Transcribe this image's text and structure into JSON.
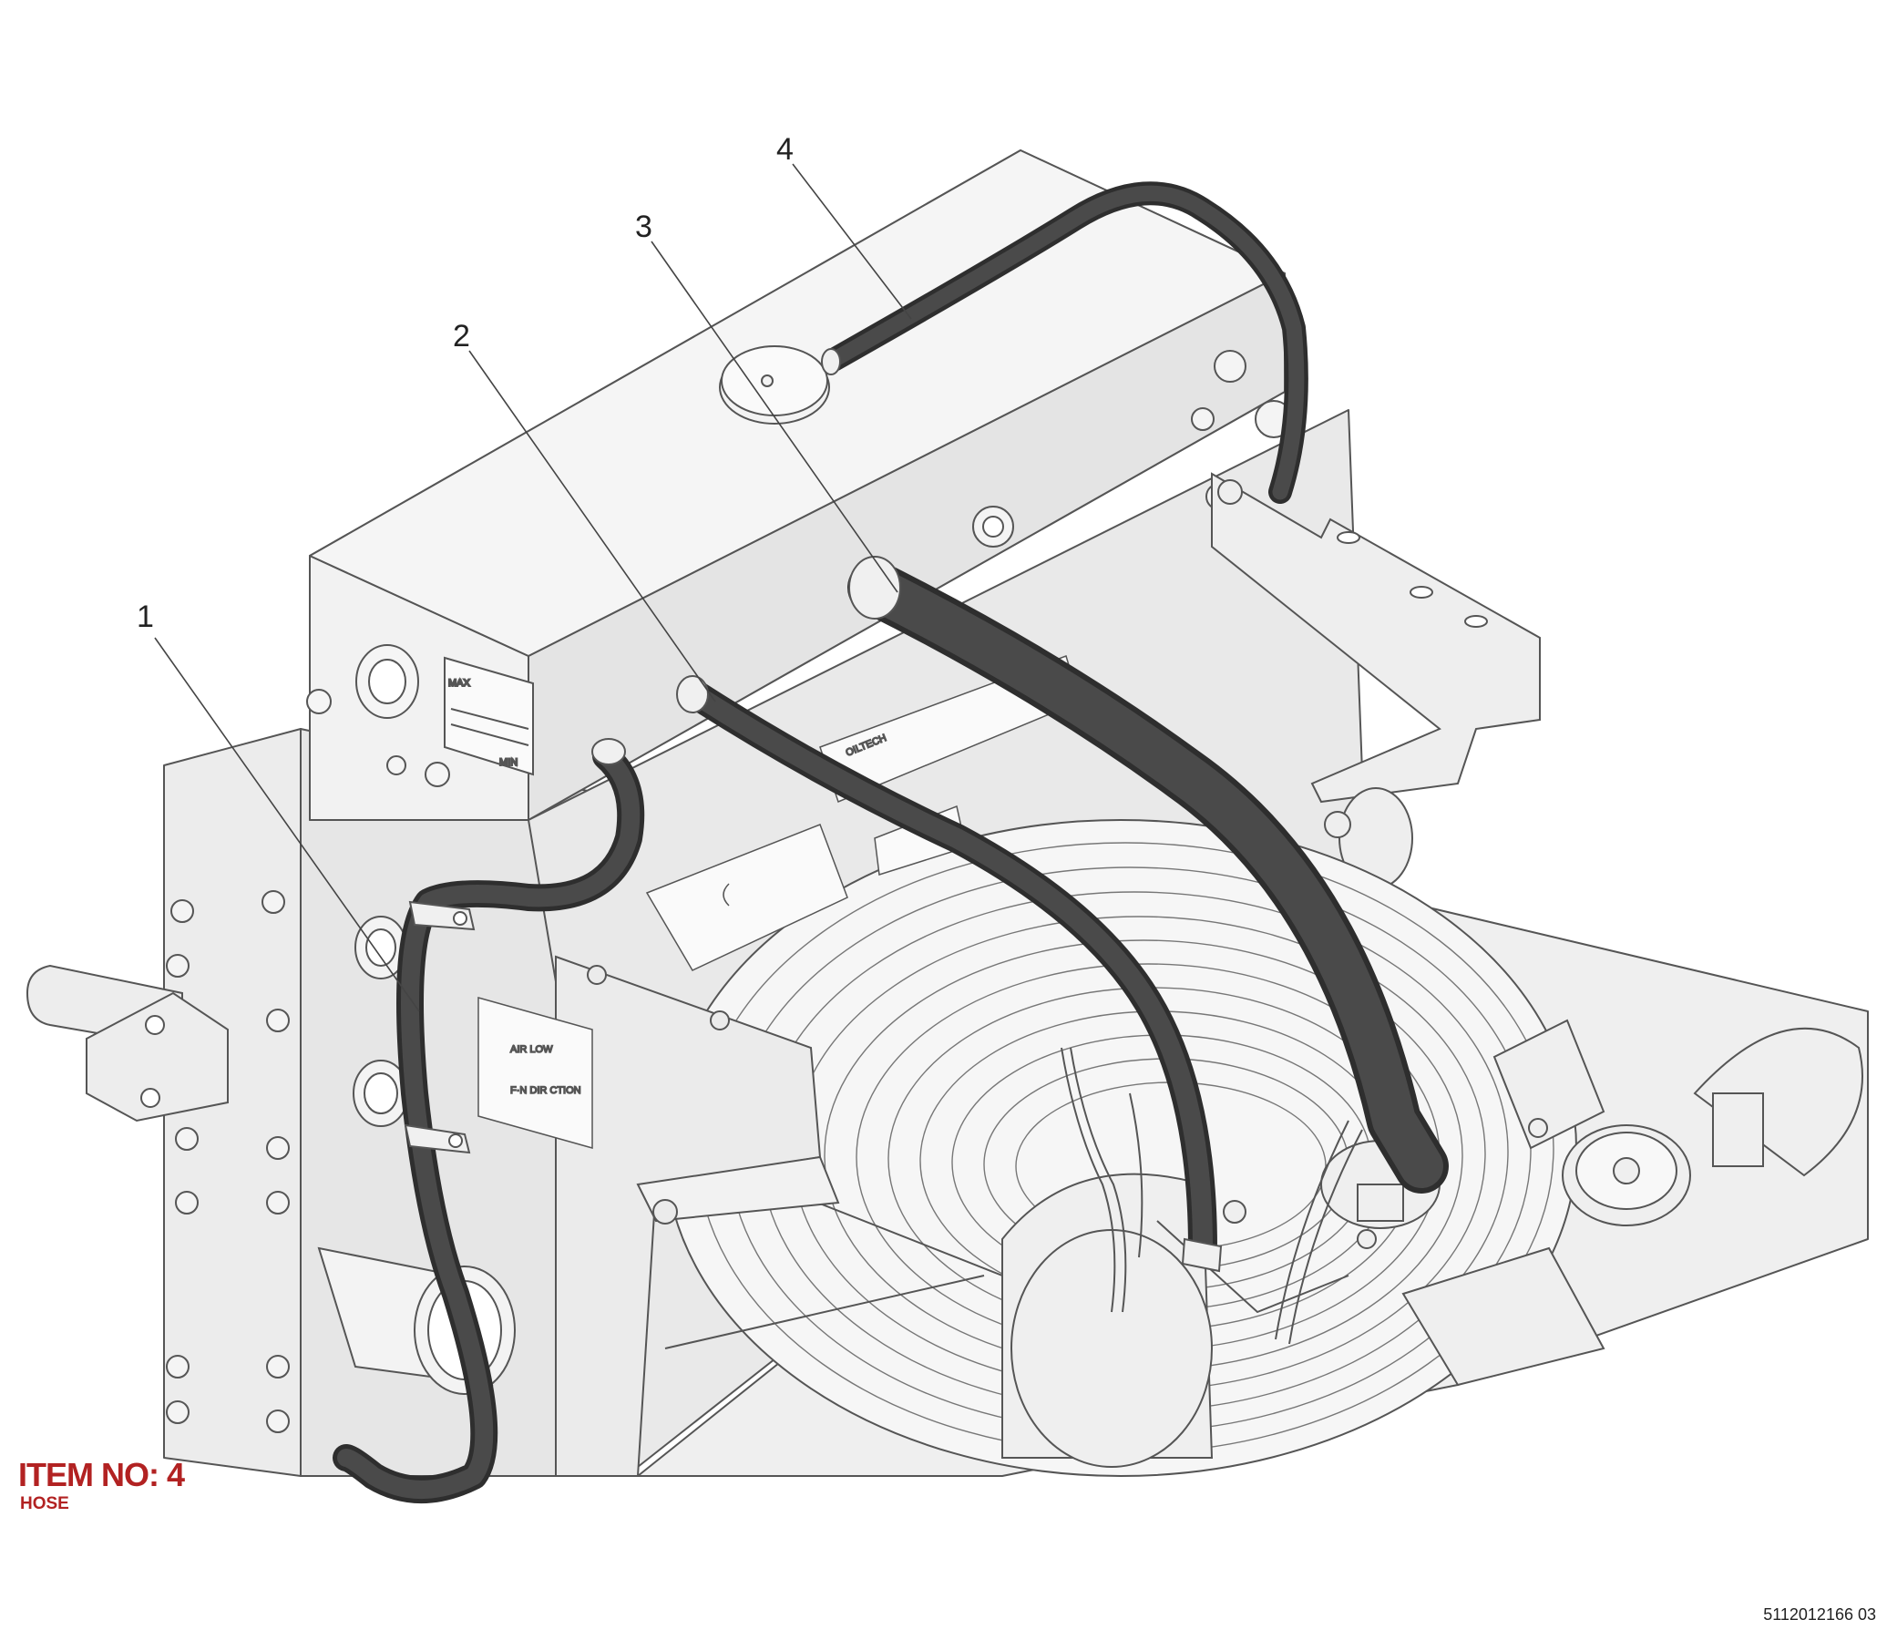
{
  "callouts": [
    "1",
    "2",
    "3",
    "4"
  ],
  "item": {
    "title": "ITEM NO: 4",
    "subtitle": "HOSE"
  },
  "document_number": "5112012166 03",
  "decals": {
    "max": "MAX",
    "min": "MIN",
    "airflow_1": "AIR  LOW",
    "airflow_2": "F·N DIR  CTION",
    "brand": "OILTECH"
  },
  "colors": {
    "hose": "#3c3c3c",
    "body": "#ececec",
    "outline": "#555555",
    "item_label": "#b22222"
  }
}
